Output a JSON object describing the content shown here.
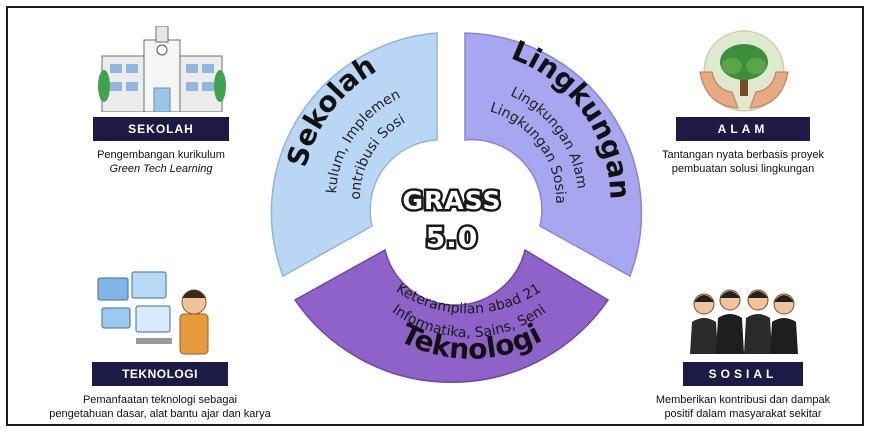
{
  "center": {
    "title_line1": "GRASS",
    "title_line2": "5.0"
  },
  "segments": {
    "sekolah": {
      "title": "Sekolah",
      "line1": "Kurikulum, Implementasi",
      "line2": "Kontribusi Sosial"
    },
    "lingkungan": {
      "title": "Lingkungan",
      "line1": "Lingkungan Alam",
      "line2": "Lingkungan Sosial"
    },
    "teknologi": {
      "title": "Teknologi",
      "line1": "Keterampilan abad 21",
      "line2": "Informatika, Sains, Seni"
    }
  },
  "corners": {
    "sekolah": {
      "badge": "SEKOLAH",
      "desc_line1": "Pengembangan kurikulum",
      "desc_line2": "Green Tech Learning"
    },
    "alam": {
      "badge": "ALAM",
      "desc_line1": "Tantangan nyata berbasis proyek",
      "desc_line2": "pembuatan solusi lingkungan"
    },
    "teknologi": {
      "badge": "TEKNOLOGI",
      "desc_line1": "Pemanfaatan teknologi sebagai",
      "desc_line2": "pengetahuan dasar, alat bantu ajar dan karya"
    },
    "sosial": {
      "badge": "SOSIAL",
      "desc_line1": "Memberikan kontribusi dan dampak",
      "desc_line2": "positif dalam masyarakat sekitar"
    }
  },
  "colors": {
    "sekolah_segment": "#b9d7f5",
    "lingkungan_segment": "#a8a6ee",
    "teknologi_segment": "#8e62c8",
    "badge": "#1d1b46"
  }
}
